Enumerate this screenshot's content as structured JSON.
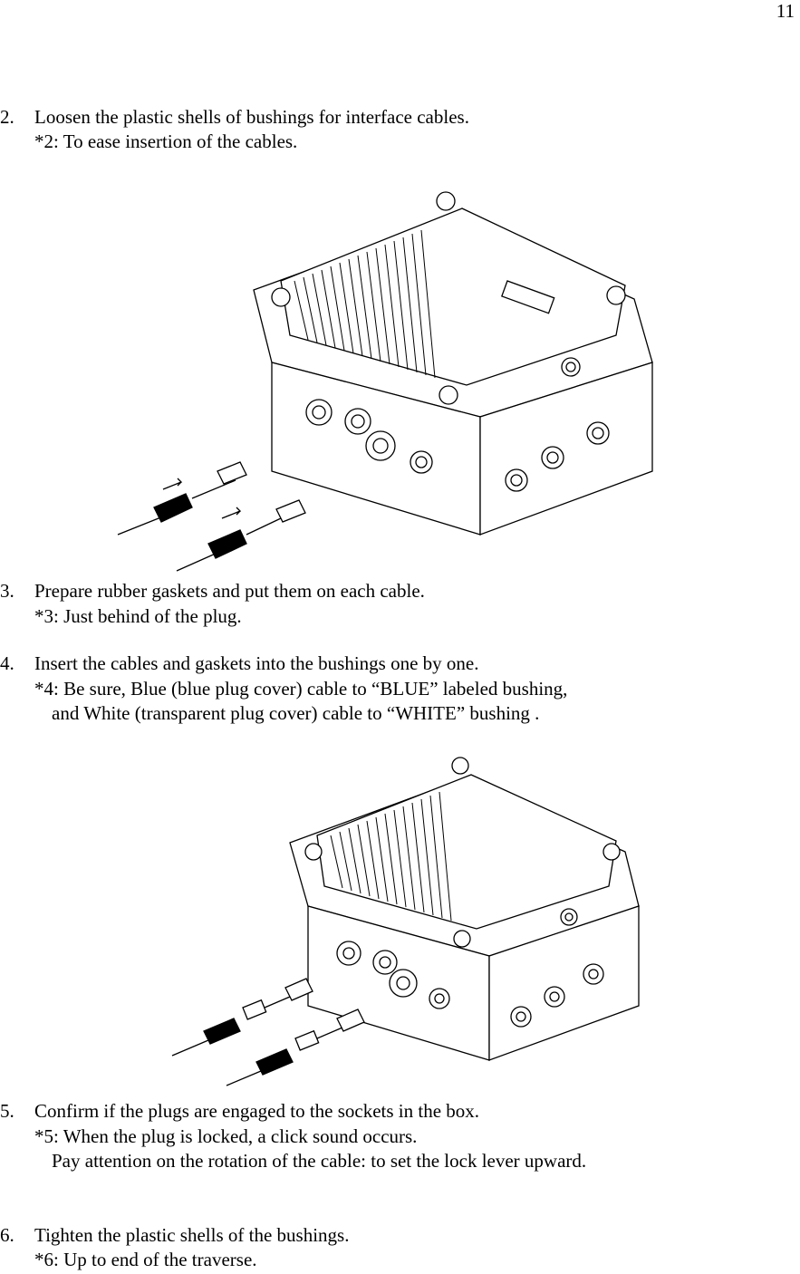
{
  "page_number": "11",
  "steps": [
    {
      "num": "2.",
      "text": "Loosen the plastic shells of bushings for interface cables.",
      "notes": [
        "*2: To ease insertion of the cables."
      ]
    },
    {
      "num": "3.",
      "text": "Prepare rubber gaskets and put them on each cable.",
      "notes": [
        "*3: Just behind of the plug."
      ]
    },
    {
      "num": "4.",
      "text": "Insert the cables and gaskets into the bushings one by one.",
      "notes": [
        "*4: Be sure, Blue (blue plug cover) cable to “BLUE” labeled bushing,",
        "and White (transparent plug cover) cable to “WHITE” bushing ."
      ]
    },
    {
      "num": "5.",
      "text": "Confirm if the plugs are engaged to the sockets in the box.",
      "notes": [
        "*5: When the plug is locked, a click sound occurs.",
        "Pay attention on the rotation of the cable: to set the lock lever upward."
      ]
    },
    {
      "num": "6.",
      "text": "Tighten the plastic shells of the bushings.",
      "notes": [
        "*6: Up to end of the traverse."
      ]
    }
  ]
}
